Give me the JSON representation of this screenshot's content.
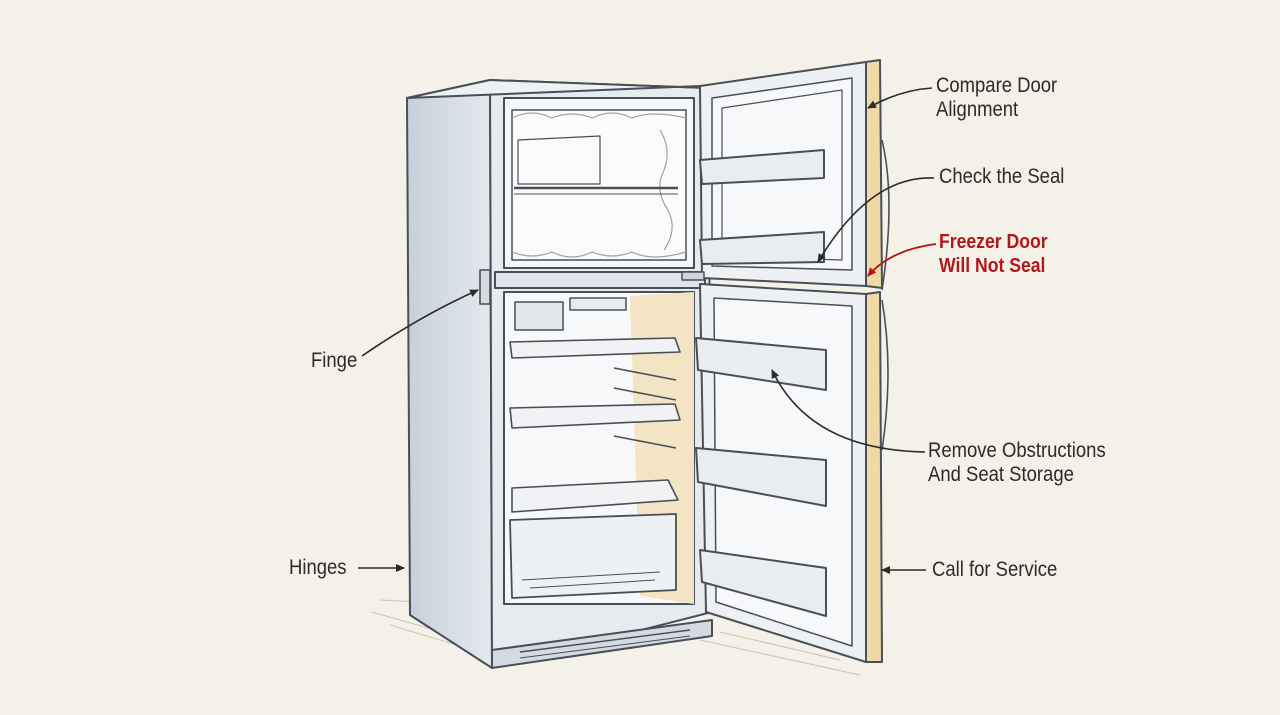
{
  "diagram": {
    "labels": {
      "compare_door_alignment": {
        "line1": "Compare Door",
        "line2": "Alignment"
      },
      "check_the_seal": "Check the Seal",
      "freezer_door_will_not_seal": {
        "line1": "Freezer Door",
        "line2": "Will Not Seal"
      },
      "finge": "Finge",
      "remove_obstructions": {
        "line1": "Remove Obstructions",
        "line2": "And Seat Storage"
      },
      "hinges": "Hinges",
      "call_for_service": "Call for Service"
    },
    "colors": {
      "background": "#f4f1e8",
      "ink": "#2b2b2b",
      "alert_red": "#b3161b",
      "fridge_body": "#dde3ea",
      "gasket_highlight": "#f0d9a6"
    }
  }
}
